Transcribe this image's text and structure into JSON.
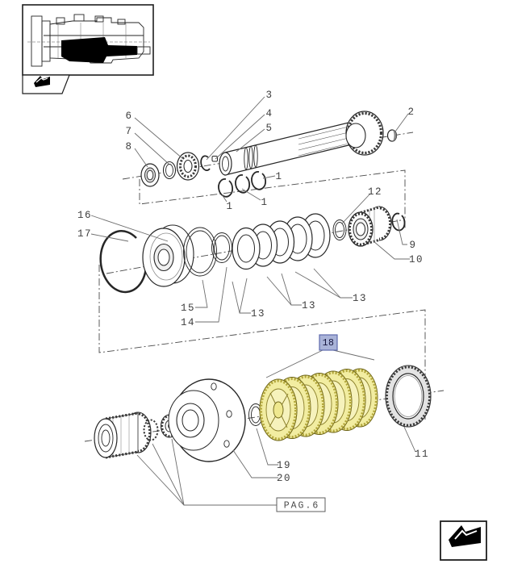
{
  "document": {
    "type": "exploded-parts-diagram",
    "page_ref": {
      "label": "PAG.6"
    },
    "highlighted_part": "18",
    "colors": {
      "highlight_fill": "#a9b3d8",
      "highlight_border": "#5e6aae",
      "disc_yellow": "#f2eda1",
      "disc_yellow_dark": "#cfc254",
      "disc_yellow_light": "#f6f2bc",
      "ring_grey": "#e3e3e3",
      "line": "#262626"
    },
    "icons": {
      "thumbnail_nav": "section-arrow-icon",
      "footer_nav": "page-back-arrow-icon"
    }
  },
  "callouts": [
    {
      "id": "c3",
      "text": "3"
    },
    {
      "id": "c4",
      "text": "4"
    },
    {
      "id": "c5",
      "text": "5"
    },
    {
      "id": "c6",
      "text": "6"
    },
    {
      "id": "c7",
      "text": "7"
    },
    {
      "id": "c8",
      "text": "8"
    },
    {
      "id": "c2",
      "text": "2"
    },
    {
      "id": "c1-right",
      "text": "1"
    },
    {
      "id": "c1-middle",
      "text": "1"
    },
    {
      "id": "c1-left",
      "text": "1"
    },
    {
      "id": "c12",
      "text": "12"
    },
    {
      "id": "c16",
      "text": "16"
    },
    {
      "id": "c17",
      "text": "17"
    },
    {
      "id": "c9",
      "text": "9"
    },
    {
      "id": "c10",
      "text": "10"
    },
    {
      "id": "c15",
      "text": "15"
    },
    {
      "id": "c14",
      "text": "14"
    },
    {
      "id": "c13-left",
      "text": "13"
    },
    {
      "id": "c13-middle",
      "text": "13"
    },
    {
      "id": "c13-right",
      "text": "13"
    },
    {
      "id": "c18",
      "text": "18"
    },
    {
      "id": "c11",
      "text": "11"
    },
    {
      "id": "c19",
      "text": "19"
    },
    {
      "id": "c20",
      "text": "20"
    }
  ]
}
